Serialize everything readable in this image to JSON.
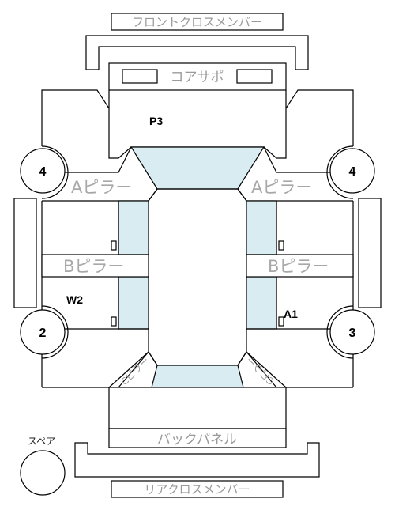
{
  "labels": {
    "front_cross_member": "フロントクロスメンバー",
    "core_support": "コアサポ",
    "a_pillar": "Aピラー",
    "b_pillar": "Bピラー",
    "back_panel": "バックパネル",
    "rear_cross_member": "リアクロスメンバー",
    "spare": "スペア",
    "c_pillar": "Cピラー"
  },
  "markers": {
    "p3": "P3",
    "w2": "W2",
    "a1": "A1"
  },
  "wheels": {
    "front_left": "4",
    "front_right": "4",
    "rear_left": "2",
    "rear_right": "3"
  }
}
